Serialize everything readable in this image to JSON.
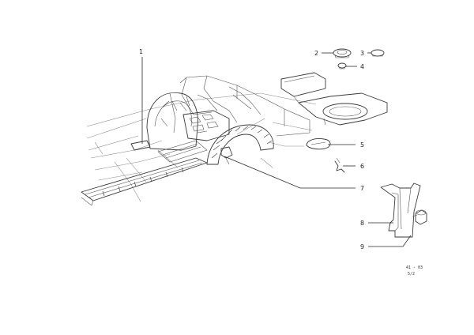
{
  "callouts": {
    "c1": "1",
    "c2": "2",
    "c3": "3",
    "c4": "4",
    "c5": "5",
    "c6": "6",
    "c7": "7",
    "c8": "8",
    "c9": "9"
  },
  "reference": {
    "line1": "41 - 03",
    "line2": "5/2"
  }
}
